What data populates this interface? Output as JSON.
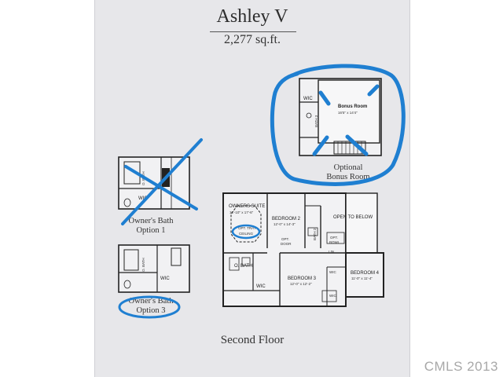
{
  "header": {
    "title": "Ashley V",
    "area": "2,277 sq.ft."
  },
  "bonus_option": {
    "label_line1": "Optional",
    "label_line2": "Bonus Room",
    "room_name": "Bonus Room",
    "room_dims": "16'5\" x 14'4\"",
    "wic": "WIC",
    "bath": "BATH 3"
  },
  "bath_option_1": {
    "label_line1": "Owner's Bath",
    "label_line2": "Option 1",
    "bath": "O. BATH",
    "wic": "WIC"
  },
  "bath_option_3": {
    "label_line1": "Owner's Bath",
    "label_line2": "Option 3",
    "bath": "O. BATH",
    "wic": "WIC"
  },
  "second_floor": {
    "label": "Second Floor",
    "rooms": {
      "owners_suite": "OWNERS SUITE",
      "owners_suite_dims": "12'-10\" x 17'-6\"",
      "tray_ceiling_1": "OPT. TRAY",
      "tray_ceiling_2": "CEILING",
      "bedroom2": "BEDROOM 2",
      "bedroom2_dims": "12'-0\" x 14'-3\"",
      "opt_door_1": "OPT.",
      "opt_door_2": "DOOR",
      "bath2": "BATH 2",
      "open_below": "OPEN TO BELOW",
      "opt_bowl_1": "OPT.",
      "opt_bowl_2": "BOWL",
      "o_bath": "O. BATH",
      "wic_main": "WIC",
      "bedroom3": "BEDROOM 3",
      "bedroom3_dims": "12'-0\" x 12'-2\"",
      "bedroom4": "BEDROOM 4",
      "bedroom4_dims": "11'-0\" x 11'-4\"",
      "wic_b4a": "WIC",
      "wic_b4b": "WIC",
      "lin": "LIN"
    }
  },
  "watermark": "CMLS 2013",
  "colors": {
    "markup": "#1f7fd1",
    "line": "#222222",
    "sheet": "#e7e7ea"
  }
}
